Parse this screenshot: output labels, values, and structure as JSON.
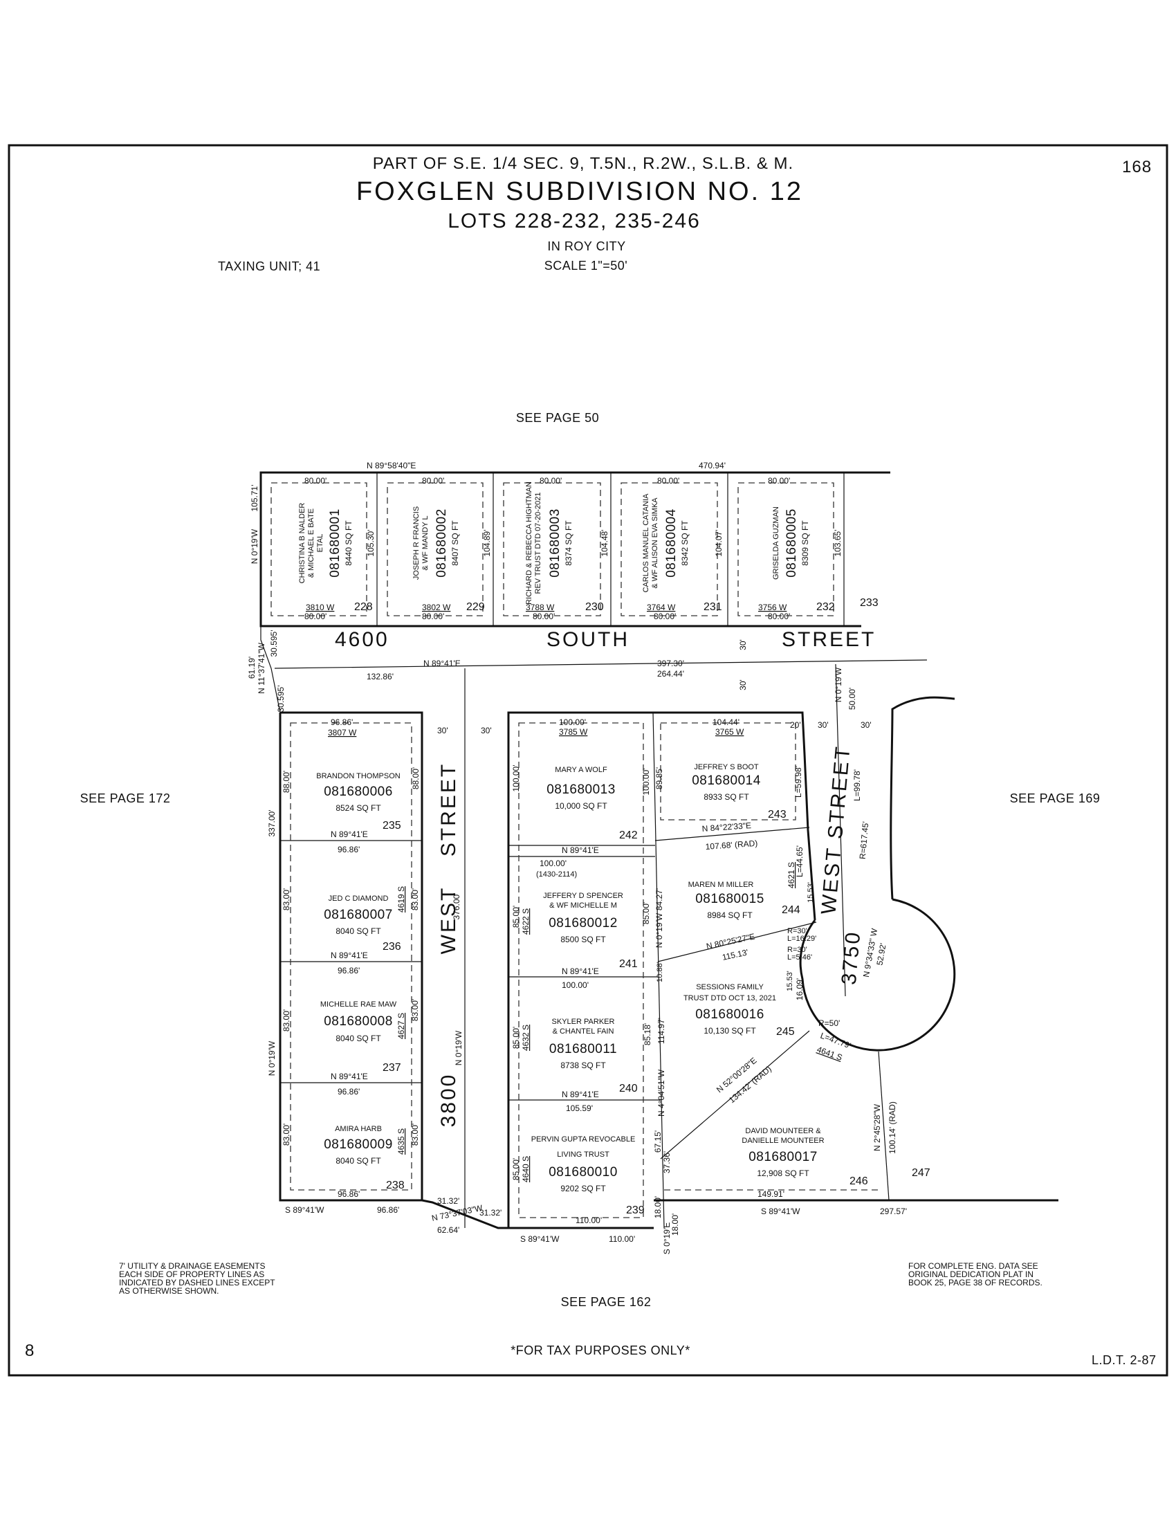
{
  "header": {
    "line1": "PART OF S.E. 1/4 SEC. 9, T.5N., R.2W., S.L.B. & M.",
    "title": "FOXGLEN SUBDIVISION NO. 12",
    "subtitle": "LOTS 228-232, 235-246",
    "city": "IN ROY CITY",
    "scale": "SCALE 1\"=50'",
    "taxing_unit": "TAXING UNIT; 41",
    "page_number": "168"
  },
  "references": {
    "top": "SEE PAGE 50",
    "left": "SEE PAGE 172",
    "right": "SEE PAGE 169",
    "bottom": "SEE PAGE 162"
  },
  "streets": {
    "south_a": "4600",
    "south_b": "SOUTH",
    "south_c": "STREET",
    "west_3800_a": "3800",
    "west_3800_b": "WEST",
    "west_3800_c": "STREET",
    "west_3750_a": "3750",
    "west_3750_b": "WEST STREET"
  },
  "top_lots": [
    {
      "lot": "228",
      "owner1": "CHRISTINA B NALDER",
      "owner2": "& MICHAEL E BATE",
      "owner3": "ETAL",
      "parcel": "081680001",
      "sqft": "8440 SQ FT",
      "address": "3810 W",
      "width": "80.00'",
      "depth": "105.30'"
    },
    {
      "lot": "229",
      "owner1": "JOSEPH R FRANCIS",
      "owner2": "& WF MANDY L",
      "owner3": "",
      "parcel": "081680002",
      "sqft": "8407 SQ FT",
      "address": "3802 W",
      "width": "80.00'",
      "depth": "104.89'"
    },
    {
      "lot": "230",
      "owner1": "RICHARD & REBECCA HIGHTMAN",
      "owner2": "REV TRUST DTD 07-20-2021",
      "owner3": "",
      "parcel": "081680003",
      "sqft": "8374 SQ FT",
      "address": "3788 W",
      "width": "80.00'",
      "depth": "104.48'"
    },
    {
      "lot": "231",
      "owner1": "CARLOS MANUEL CATANIA",
      "owner2": "& WF ALISON EVA SIMKA",
      "owner3": "",
      "parcel": "081680004",
      "sqft": "8342 SQ FT",
      "address": "3764 W",
      "width": "80.00'",
      "depth": "104.07'"
    },
    {
      "lot": "232",
      "owner1": "GRISELDA GUZMAN",
      "owner2": "",
      "owner3": "",
      "parcel": "081680005",
      "sqft": "8309 SQ FT",
      "address": "3756 W",
      "width": "80.00'",
      "depth": "103.65'"
    }
  ],
  "lot_233": "233",
  "left_lots": [
    {
      "lot": "235",
      "owner1": "BRANDON THOMPSON",
      "owner2": "",
      "parcel": "081680006",
      "sqft": "8524 SQ FT",
      "side": "88.00'",
      "bearing": "N 89°41'E",
      "width": "96.86'",
      "address": "3807 W"
    },
    {
      "lot": "236",
      "owner1": "JED C DIAMOND",
      "owner2": "",
      "parcel": "081680007",
      "sqft": "8040 SQ FT",
      "side": "83.00'",
      "bearing": "N 89°41'E",
      "width": "96.86'",
      "address": "4619 S"
    },
    {
      "lot": "237",
      "owner1": "MICHELLE RAE MAW",
      "owner2": "",
      "parcel": "081680008",
      "sqft": "8040 SQ FT",
      "side": "83.00'",
      "bearing": "N 89°41'E",
      "width": "96.86'",
      "address": "4627 S"
    },
    {
      "lot": "238",
      "owner1": "AMIRA HARB",
      "owner2": "",
      "parcel": "081680009",
      "sqft": "8040 SQ FT",
      "side": "83.00'",
      "bearing": "",
      "width": "96.86'",
      "address": "4635 S"
    }
  ],
  "middle_lots": [
    {
      "lot": "242",
      "owner1": "MARY A WOLF",
      "owner2": "",
      "parcel": "081680013",
      "sqft": "10,000 SQ FT",
      "side": "100.00'",
      "address": "3785 W"
    },
    {
      "lot": "241",
      "owner1": "JEFFERY D SPENCER",
      "owner2": "& WF MICHELLE M",
      "parcel": "081680012",
      "sqft": "8500 SQ FT",
      "side": "85.00'",
      "address": "4622 S"
    },
    {
      "lot": "240",
      "owner1": "SKYLER PARKER",
      "owner2": "& CHANTEL FAIN",
      "parcel": "081680011",
      "sqft": "8738 SQ FT",
      "side": "85.00'",
      "address": "4632 S"
    },
    {
      "lot": "239",
      "owner1": "PERVIN GUPTA REVOCABLE",
      "owner2": "LIVING TRUST",
      "parcel": "081680010",
      "sqft": "9202 SQ FT",
      "side": "85.00'",
      "address": "4640 S"
    }
  ],
  "right_lots": [
    {
      "lot": "243",
      "owner1": "JEFFREY S BOOT",
      "owner2": "",
      "parcel": "081680014",
      "sqft": "8933 SQ FT",
      "address": "3765 W"
    },
    {
      "lot": "244",
      "owner1": "MAREN M MILLER",
      "owner2": "",
      "parcel": "081680015",
      "sqft": "8984 SQ FT",
      "address": "4621 S"
    },
    {
      "lot": "245",
      "owner1": "SESSIONS FAMILY",
      "owner2": "TRUST DTD OCT 13, 2021",
      "parcel": "081680016",
      "sqft": "10,130 SQ FT",
      "address": "4641 S"
    },
    {
      "lot": "246",
      "owner1": "DAVID MOUNTEER &",
      "owner2": "DANIELLE MOUNTEER",
      "parcel": "081680017",
      "sqft": "12,908 SQ FT",
      "address": ""
    }
  ],
  "lot_247": "247",
  "dims": {
    "top_bearing": "N 89°58'40\"E",
    "top_total": "470.94'",
    "left_top": "105.71'",
    "left_bearing": "N 0°19'W",
    "street_bearing": "N 89°41'E",
    "d397": "397.30'",
    "d264": "264.44'",
    "d132": "132.86'",
    "d3059a": "30.595'",
    "d3059b": "30.595'",
    "d6119": "61.19'",
    "bearing_11": "N 11°37'41\"W",
    "thirty": "30'",
    "twenty": "20'",
    "fifty": "50.00'",
    "n019w": "N 0°19'W",
    "d33700": "337.00'",
    "d37600": "376.00'",
    "d10000": "100.00'",
    "d10444": "104.44'",
    "d8985": "89.85'",
    "d8427": "84.27'",
    "d8518": "85.18'",
    "d11497": "114.97'",
    "d6715": "67.15'",
    "d3736": "37.36'",
    "d1000": "10.88'",
    "b84": "N 84°22'33\"E",
    "d10768": "107.68' (RAD)",
    "b80": "N 80°25'27\"E",
    "d11513": "115.13'",
    "b52": "N 52°00'28\"E",
    "d13442": "134.42' (RAD)",
    "b9": "N 9°34'33\" W",
    "d5292": "52.92'",
    "b2": "N 2°45'28\"W",
    "d10014": "100.14' (RAD)",
    "l5998": "L=59.98'",
    "l4465": "L=44.65'",
    "l9978": "L=99.78'",
    "r61745": "R=617.45'",
    "r50": "R=50'",
    "l4779": "L=47.79'",
    "r30a": "R=30'",
    "l1629": "L=16.29'",
    "r30b": "R=30'",
    "l546": "L=5.46'",
    "b4": "N 4°04'51\"W",
    "b0e": "S 0°19'E",
    "d1800a": "18.00'",
    "d1800b": "18.00'",
    "s8941w": "S 89°41'W",
    "d9686": "96.86'",
    "d3132a": "31.32'",
    "d3132b": "31.32'",
    "b73": "N 73°37'03\"W",
    "d6264": "62.64'",
    "d11000a": "110.00'",
    "d11000b": "110.00'",
    "d10559": "105.59'",
    "d14991": "149.91'",
    "d29757": "297.57'",
    "note_1430": "(1430-2114)",
    "d1553a": "15.53'",
    "d1553b": "15.53'",
    "d1609": "16.09'"
  },
  "notes": {
    "easement1": "7' UTILITY & DRAINAGE EASEMENTS",
    "easement2": "EACH SIDE OF PROPERTY LINES AS",
    "easement3": "INDICATED BY DASHED LINES EXCEPT",
    "easement4": "AS OTHERWISE SHOWN.",
    "eng1": "FOR COMPLETE ENG. DATA SEE",
    "eng2": "ORIGINAL DEDICATION PLAT IN",
    "eng3": "BOOK 25, PAGE 38 OF RECORDS.",
    "tax": "*FOR TAX PURPOSES ONLY*",
    "ldt": "L.D.T. 2-87",
    "sheet": "8"
  }
}
